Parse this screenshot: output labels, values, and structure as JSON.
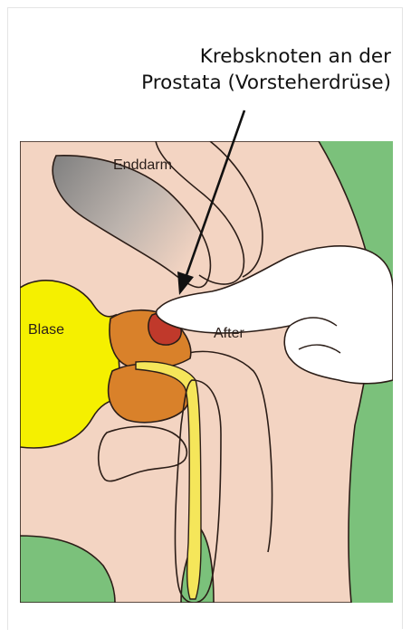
{
  "caption": {
    "line1": "Krebsknoten an der",
    "line2": "Prostata (Vorsteherdrüse)"
  },
  "labels": {
    "rectum": "Enddarm",
    "bladder": "Blase",
    "anus": "After"
  },
  "colors": {
    "background_green": "#7bc17b",
    "skin": "#f3d4c2",
    "bladder": "#f5f000",
    "prostate": "#d9812a",
    "tumor": "#c0392b",
    "rectum_shade": "#9a9a9a",
    "outline": "#2b1d17"
  }
}
